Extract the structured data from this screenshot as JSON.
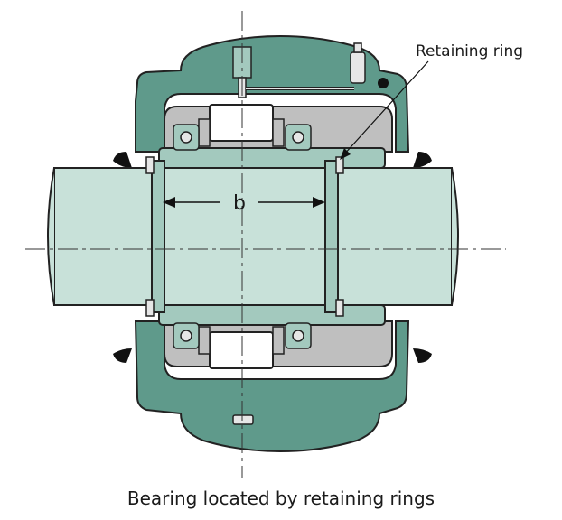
{
  "labels": {
    "callout": "Retaining ring",
    "dimension": "b",
    "caption": "Bearing located by retaining rings"
  },
  "colors": {
    "housing": "#5f9a8b",
    "shaft": "#c8e1d9",
    "bearing_ring": "#a3c9be",
    "seat": "#bfbfbf",
    "rollers": "#ffffff",
    "outline": "#222222",
    "seal": "#111111"
  },
  "icons": {
    "lubrication": "grease-nipple-icon"
  }
}
